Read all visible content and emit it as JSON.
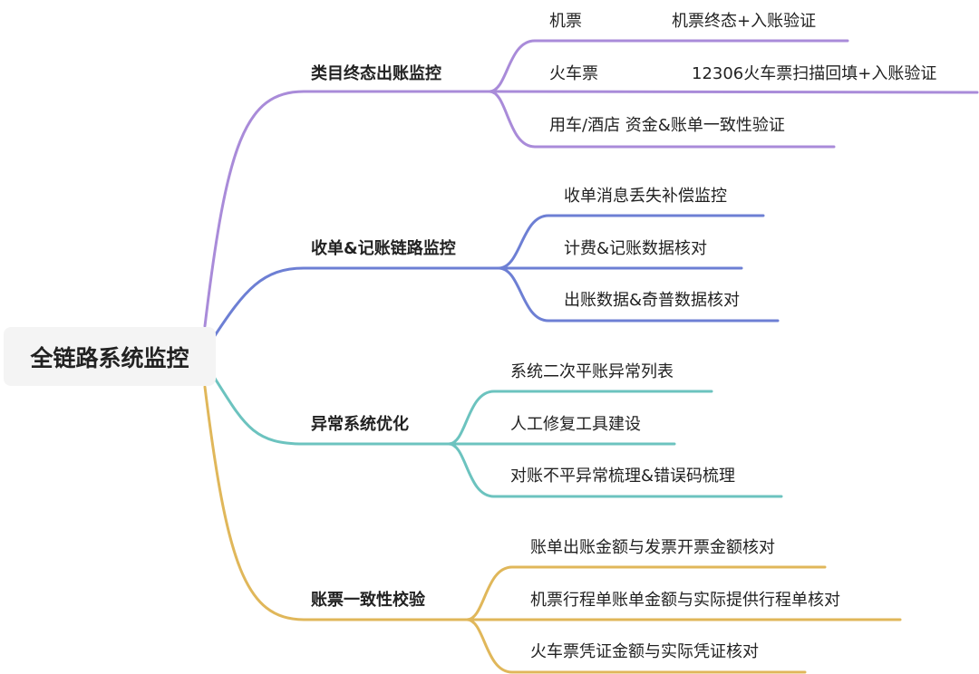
{
  "root": "全链路系统监控",
  "colors": {
    "purple": "#a98bd9",
    "blue": "#6d7fd4",
    "teal": "#6cc3bf",
    "gold": "#e0b75a"
  },
  "branches": [
    {
      "label": "类目终态出账监控",
      "leaves": [
        {
          "label": "机票",
          "detail": "机票终态+入账验证"
        },
        {
          "label": "火车票",
          "detail": "12306火车票扫描回填+入账验证"
        },
        {
          "label": "用车/酒店 资金&账单一致性验证"
        }
      ]
    },
    {
      "label": "收单&记账链路监控",
      "leaves": [
        {
          "label": "收单消息丢失补偿监控"
        },
        {
          "label": "计费&记账数据核对"
        },
        {
          "label": "出账数据&奇普数据核对"
        }
      ]
    },
    {
      "label": "异常系统优化",
      "leaves": [
        {
          "label": "系统二次平账异常列表"
        },
        {
          "label": "人工修复工具建设"
        },
        {
          "label": "对账不平异常梳理&错误码梳理"
        }
      ]
    },
    {
      "label": "账票一致性校验",
      "leaves": [
        {
          "label": "账单出账金额与发票开票金额核对"
        },
        {
          "label": "机票行程单账单金额与实际提供行程单核对"
        },
        {
          "label": "火车票凭证金额与实际凭证核对"
        }
      ]
    }
  ]
}
